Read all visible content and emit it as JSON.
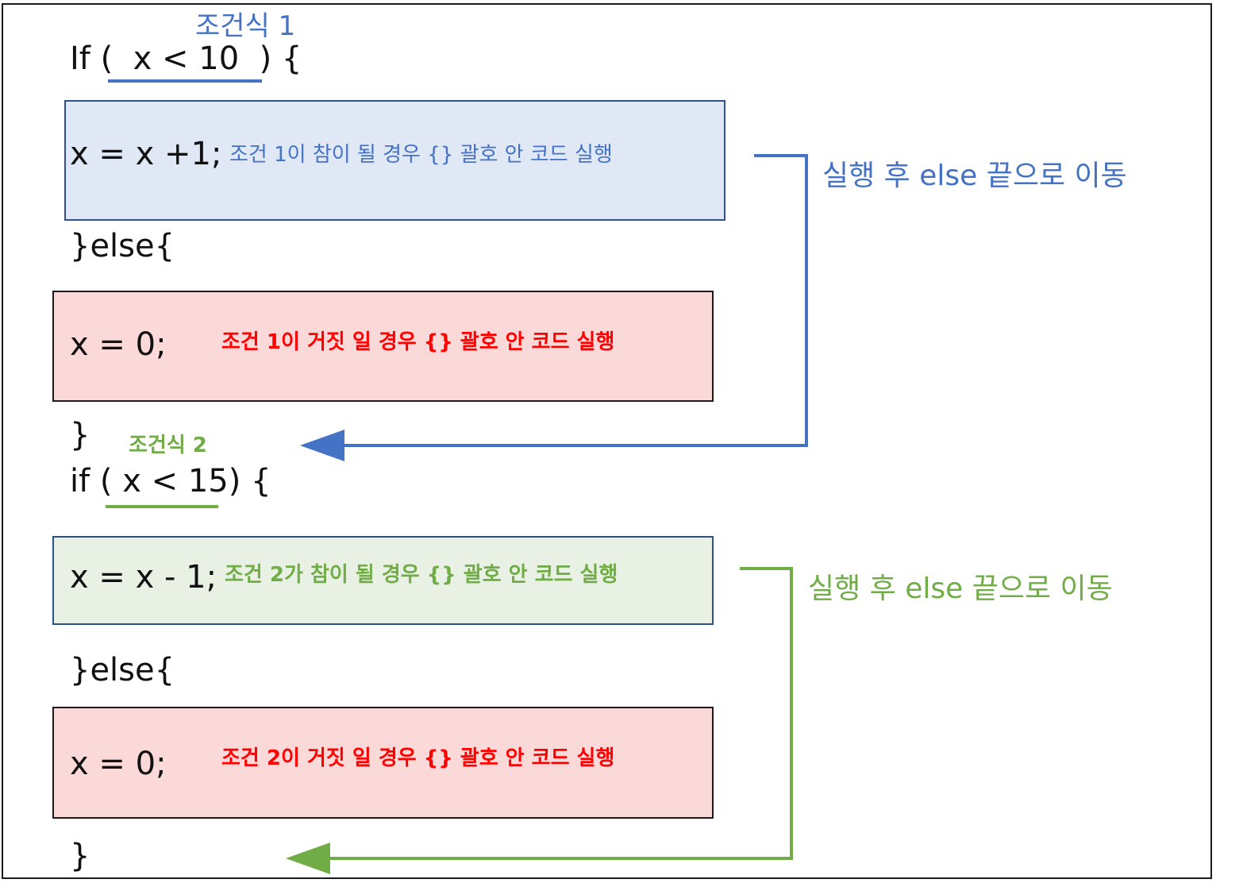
{
  "block1": {
    "condition_label": "조건식 1",
    "if_line": "If (  x < 10  ) {",
    "true_code": "x = x +1;",
    "true_note": "조건 1이 참이 될 경우 {} 괄호 안 코드 실행",
    "else_line": "}else{",
    "false_code": "x = 0;",
    "false_note": "조건 1이 거짓 일 경우 {} 괄호 안 코드 실행",
    "close": "}",
    "side_label": "실행 후 else 끝으로 이동"
  },
  "block2": {
    "condition_label": "조건식 2",
    "if_line": "if ( x < 15) {",
    "true_code": "x = x - 1;",
    "true_note": "조건 2가 참이 될 경우 {} 괄호 안 코드 실행",
    "else_line": "}else{",
    "false_code": "x = 0;",
    "false_note": "조건 2이 거짓 일 경우 {} 괄호 안 코드 실행",
    "close": "}",
    "side_label": "실행 후 else 끝으로 이동"
  },
  "colors": {
    "blue": "#4472c4",
    "green": "#70ad47",
    "red": "#ff0000"
  }
}
